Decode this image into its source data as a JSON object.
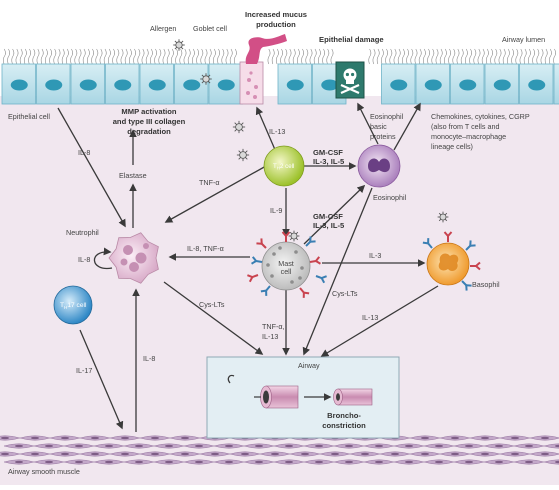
{
  "labels": {
    "allergen": "Allergen",
    "goblet_cell": "Goblet cell",
    "mucus_1": "Increased mucus",
    "mucus_2": "production",
    "epithelial_damage": "Epithelial damage",
    "airway_lumen": "Airway lumen",
    "epithelial_cell": "Epithelial cell",
    "mmp_1": "MMP activation",
    "mmp_2": "and type III collagen",
    "mmp_3": "degradation",
    "elastase": "Elastase",
    "neutrophil": "Neutrophil",
    "th17_pre": "T",
    "th17_sub": "H",
    "th17_post": "17 cell",
    "th2_pre": "T",
    "th2_sub": "H",
    "th2_post": "2 cell",
    "mast_1": "Mast",
    "mast_2": "cell",
    "eos_basic_1": "Eosinophil",
    "eos_basic_2": "basic",
    "eos_basic_3": "proteins",
    "eosinophil": "Eosinophil",
    "basophil": "Basophil",
    "chemokines_1": "Chemokines, cytokines, CGRP",
    "chemokines_2": "(also from T cells and",
    "chemokines_3": "monocyte–macrophage",
    "chemokines_4": "lineage cells)",
    "airway_box": "Airway",
    "broncho_1": "Broncho-",
    "broncho_2": "constriction",
    "smooth_muscle": "Airway smooth muscle"
  },
  "mediators": {
    "il8_epi": "IL-8",
    "il13_top": "IL-13",
    "tnfa_th2": "TNF-α",
    "gmcsf_a_1": "GM-CSF",
    "gmcsf_a_2": "IL-3, IL-5",
    "il9": "IL-9",
    "gmcsf_b_1": "GM-CSF",
    "gmcsf_b_2": "IL-3, IL-5",
    "il8_tnfa": "IL-8, TNF-α",
    "il8_auto": "IL-8",
    "il3": "IL-3",
    "cyslts_left": "Cys-LTs",
    "cyslts_mid": "Cys-LTs",
    "tnfa_il13_1": "TNF-α,",
    "tnfa_il13_2": "IL-13",
    "il13_baso": "IL-13",
    "il8_sm": "IL-8",
    "il17": "IL-17"
  },
  "colors": {
    "background": "#f1e7ef",
    "epithelium": "#bfe2ec",
    "nucleus": "#2f98b5",
    "th2_cell": "#b5d23a",
    "th17_cell": "#4ea3d6",
    "eosinophil": "#b58ac4",
    "neutrophil": "#e3bed6",
    "basophil": "#f3a740",
    "mast_cell": "#cfcfcf",
    "ige_red": "#c9434f",
    "ige_blue": "#3a7fb3",
    "mucus": "#d24f86",
    "skull_box": "#2e7a6d",
    "smooth_muscle": "#b99bbf",
    "airway_box_fill": "#e3eef3"
  }
}
